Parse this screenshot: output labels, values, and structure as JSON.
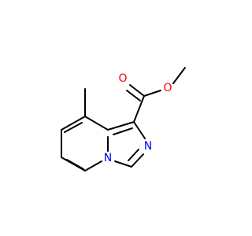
{
  "molecule": {
    "colors": {
      "bond": "#000000",
      "oxygen": "#ff0000",
      "nitrogen": "#0000ff",
      "background": "#ffffff"
    },
    "atoms": {
      "carbonyl_oxygen": "O",
      "ester_oxygen": "O",
      "imidazole_nitrogen": "N",
      "bridgehead_nitrogen": "N"
    }
  }
}
